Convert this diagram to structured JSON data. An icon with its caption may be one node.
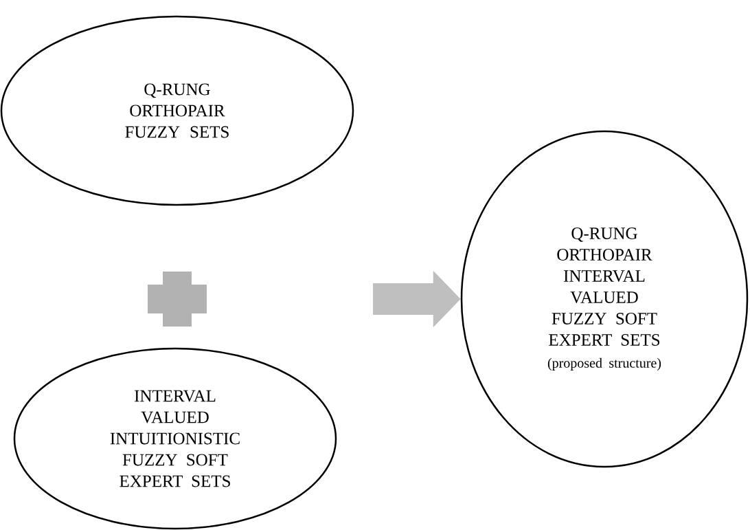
{
  "diagram": {
    "nodes": [
      {
        "text": [
          "Q-RUNG ORTHOPAIR FUZZY SETS"
        ]
      },
      {
        "text": [
          "INTERVAL VALUED INTUITIONISTIC FUZZY SOFT EXPERT SETS"
        ]
      },
      {
        "text": [
          "Q-RUNG ORTHOPAIR INTERVAL VALUED FUZZY SOFT EXPERT SETS",
          "(proposed structure)"
        ]
      }
    ],
    "edges": [
      {
        "from": null,
        "to": 2,
        "arrow": "to"
      }
    ]
  }
}
